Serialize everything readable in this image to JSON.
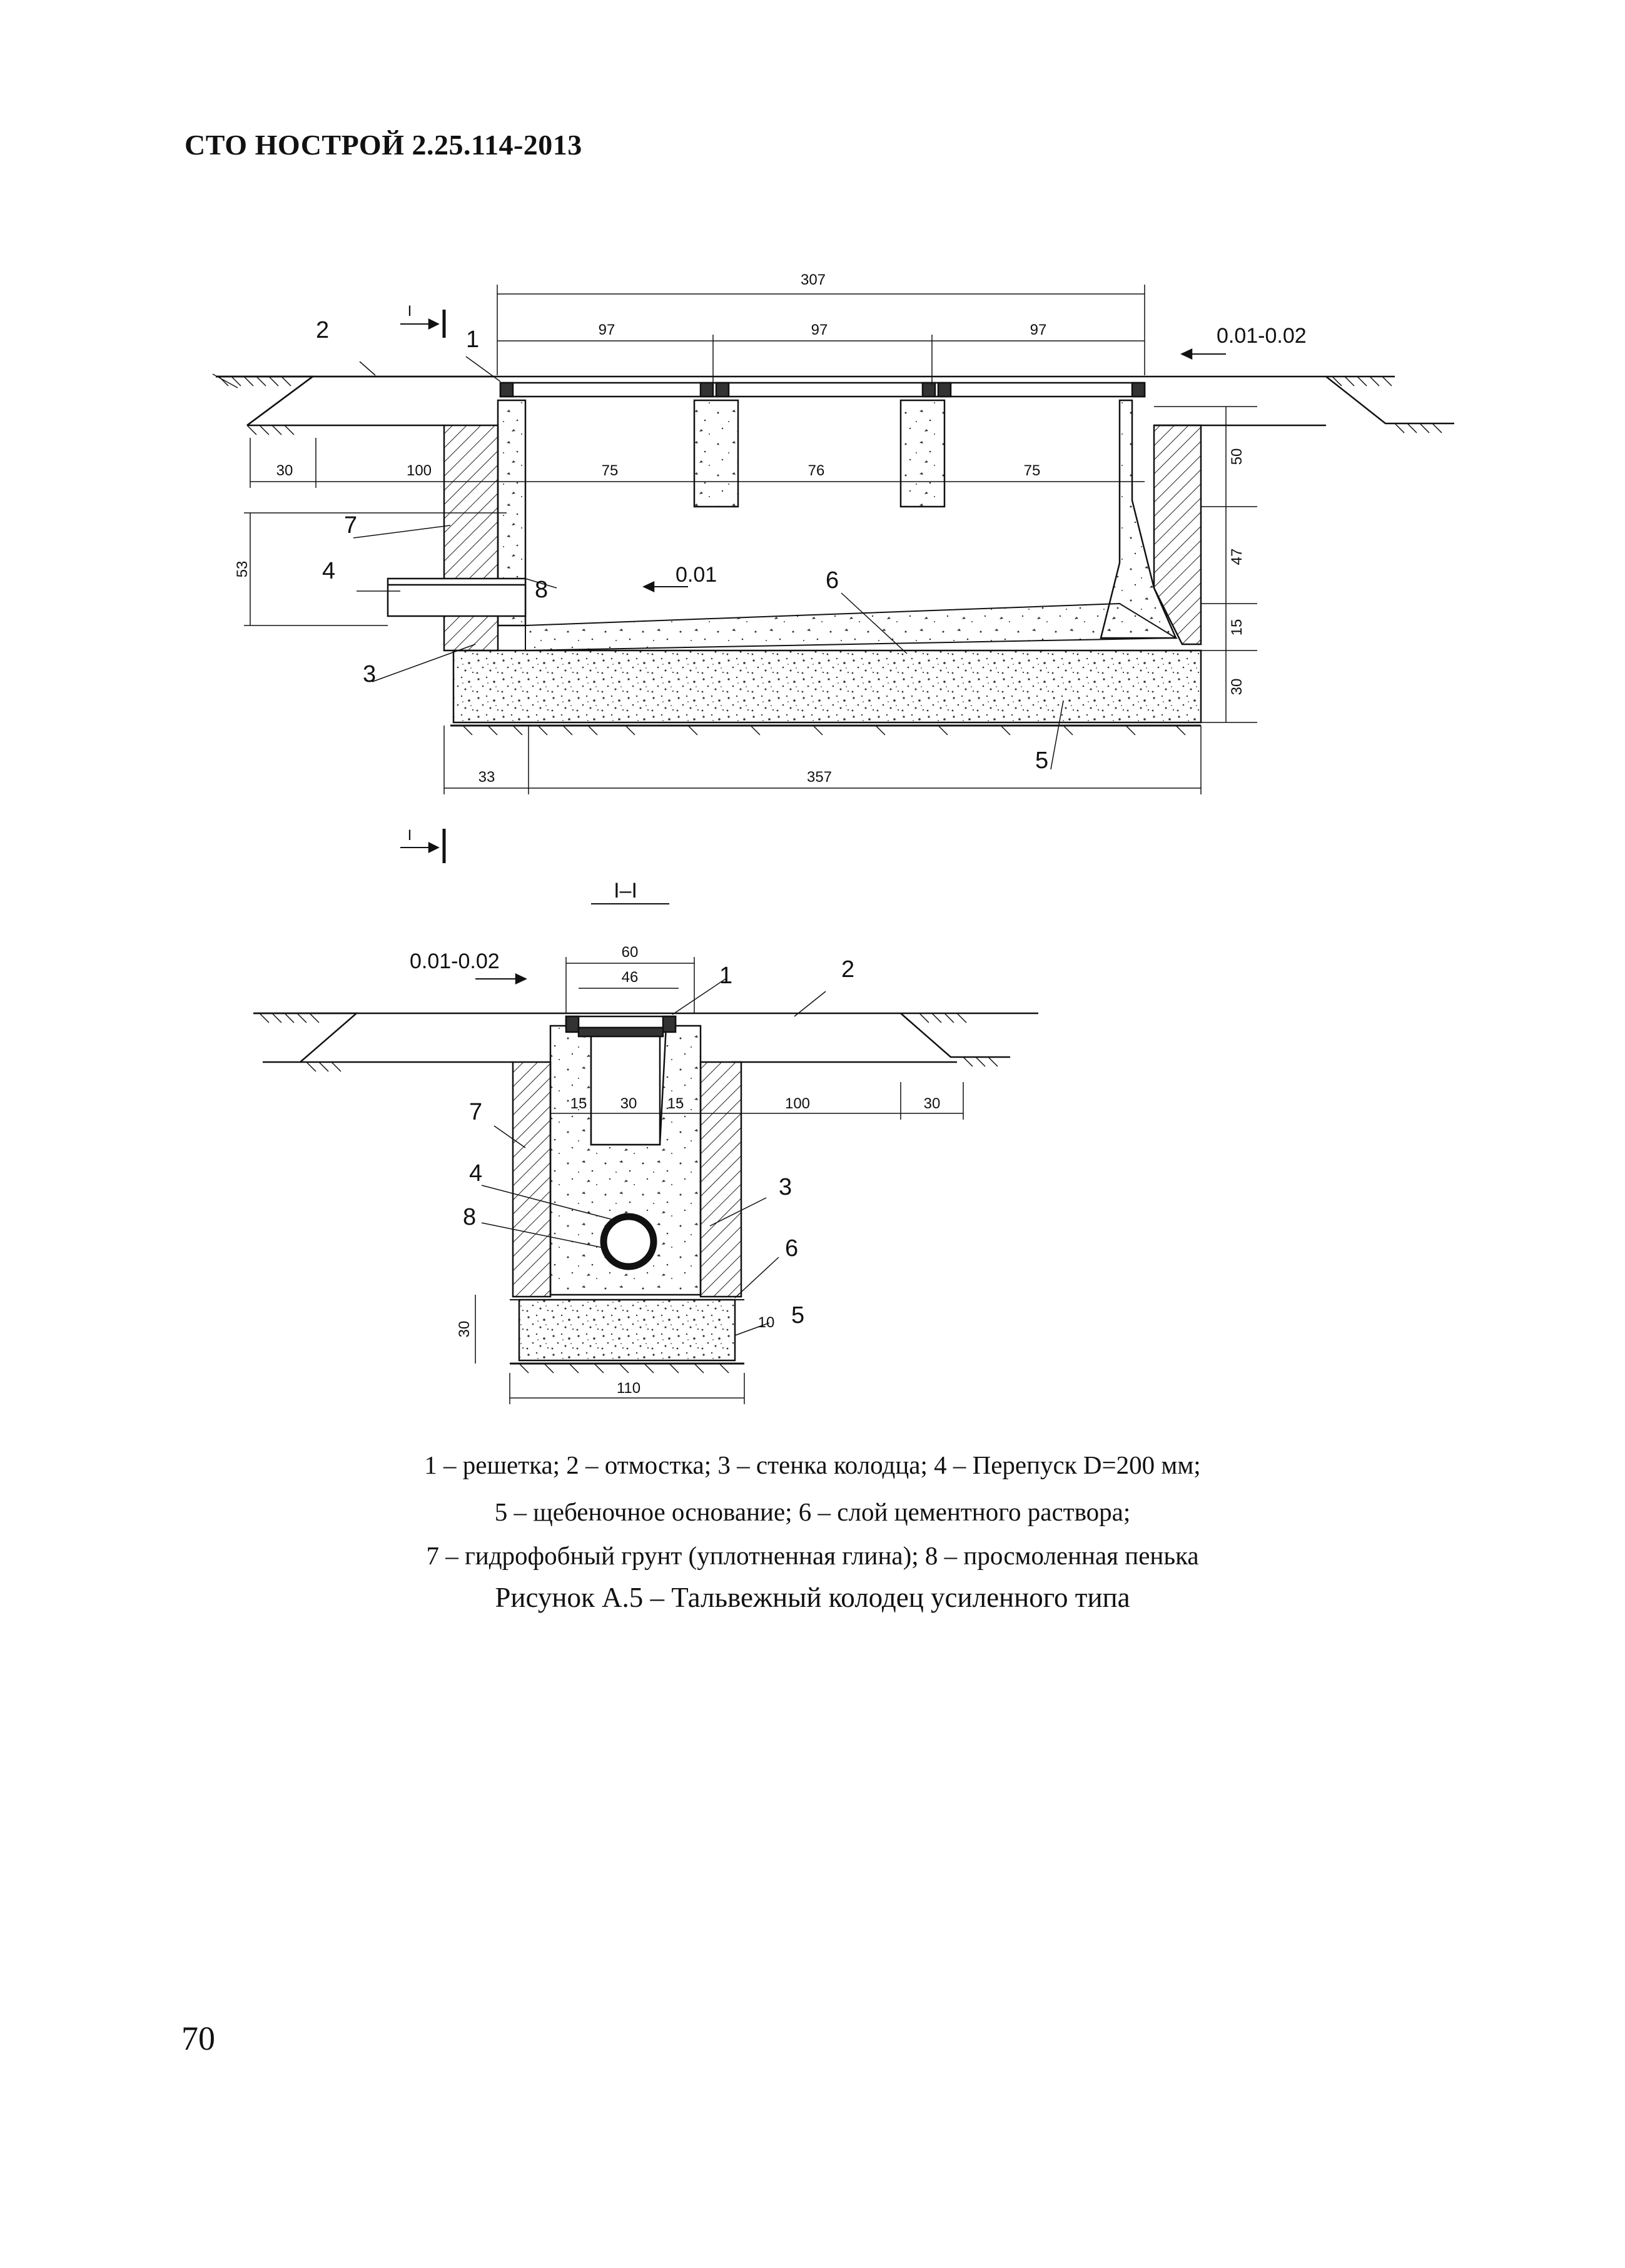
{
  "header": {
    "standard": "СТО НОСТРОЙ 2.25.114-2013"
  },
  "drawing_top": {
    "dims": {
      "total_width": "307",
      "bay1": "97",
      "bay2": "97",
      "bay3": "97",
      "offset_left_30": "30",
      "offset_left_100": "100",
      "inner1": "75",
      "inner2": "76",
      "inner3": "75",
      "height_53": "53",
      "right_50": "50",
      "right_47": "47",
      "right_15": "15",
      "right_30": "30",
      "bottom_33": "33",
      "bottom_total": "357"
    },
    "slope_label": "0.01-0.02",
    "flow_label": "0.01",
    "section_mark": "I",
    "callouts": {
      "c1": "1",
      "c2": "2",
      "c3": "3",
      "c4": "4",
      "c5": "5",
      "c6": "6",
      "c7": "7",
      "c8": "8"
    }
  },
  "drawing_bottom": {
    "section_title": "I–I",
    "dims": {
      "top_60": "60",
      "top_46": "46",
      "w15a": "15",
      "w30": "30",
      "w15b": "15",
      "side_100": "100",
      "side_30": "30",
      "h_30": "30",
      "d_10": "10",
      "bottom_110": "110"
    },
    "slope_label": "0.01-0.02",
    "callouts": {
      "c1": "1",
      "c2": "2",
      "c3": "3",
      "c4": "4",
      "c5": "5",
      "c6": "6",
      "c7": "7",
      "c8": "8"
    }
  },
  "legend": {
    "line1": "1 – решетка; 2 – отмостка; 3 – стенка колодца; 4 – Перепуск D=200 мм;",
    "line2": "5 – щебеночное основание; 6 – слой цементного раствора;",
    "line3": "7 – гидрофобный грунт (уплотненная глина); 8 – просмоленная пенька"
  },
  "figure_title": "Рисунок А.5 – Тальвежный колодец усиленного типа",
  "page_number": "70"
}
